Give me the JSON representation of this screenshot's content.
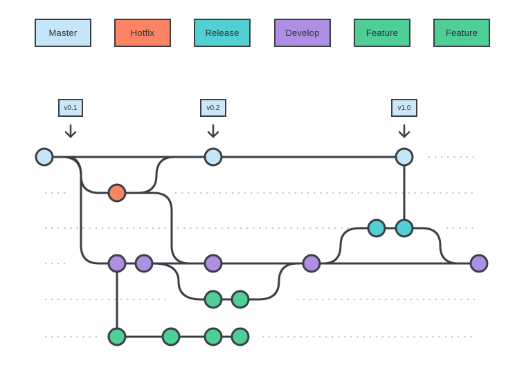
{
  "legend": [
    {
      "label": "Master",
      "color": "#c5e6f8"
    },
    {
      "label": "Hotfix",
      "color": "#fa8463"
    },
    {
      "label": "Release",
      "color": "#52cfd3"
    },
    {
      "label": "Develop",
      "color": "#ad90e4"
    },
    {
      "label": "Feature",
      "color": "#4fce96"
    },
    {
      "label": "Feature",
      "color": "#4fce96"
    }
  ],
  "tags": [
    {
      "label": "v0.1"
    },
    {
      "label": "v0.2"
    },
    {
      "label": "v1.0"
    }
  ],
  "branch_colors": {
    "master": "#c5e6f8",
    "hotfix": "#fa8463",
    "release": "#52cfd3",
    "develop": "#ad90e4",
    "feature": "#4fce96"
  },
  "icons": {
    "tag_arrow": "down-arrow-icon"
  }
}
